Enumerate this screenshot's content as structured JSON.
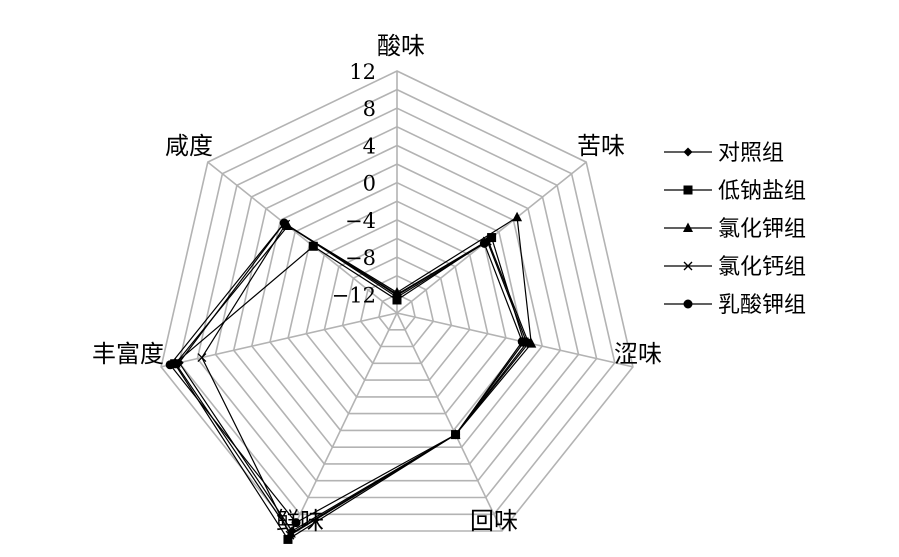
{
  "chart_data": {
    "type": "radar",
    "axes": [
      "酸味",
      "苦味",
      "涩味",
      "回味",
      "鲜味",
      "丰富度",
      "咸度"
    ],
    "range": [
      -14,
      12
    ],
    "tick_values": [
      12,
      8,
      4,
      0,
      -4,
      -8,
      -12
    ],
    "tick_labels": [
      "12",
      "8",
      "4",
      "0",
      "−4",
      "−8",
      "−12"
    ],
    "grid": true,
    "legend_position": "right",
    "series": [
      {
        "name": "对照组",
        "marker": "diamond",
        "values": [
          -12.0,
          -1.5,
          0.5,
          0.5,
          12.0,
          10.0,
          1.5
        ]
      },
      {
        "name": "低钠盐组",
        "marker": "square",
        "values": [
          -12.6,
          -1.0,
          0.0,
          0.5,
          13.0,
          10.5,
          -2.5
        ]
      },
      {
        "name": "氯化钾组",
        "marker": "triangle",
        "values": [
          -11.8,
          2.5,
          0.8,
          0.5,
          12.3,
          10.4,
          1.0
        ]
      },
      {
        "name": "氯化钙组",
        "marker": "x",
        "values": [
          -12.1,
          -1.6,
          0.3,
          0.5,
          12.5,
          7.5,
          1.3
        ]
      },
      {
        "name": "乳酸钾组",
        "marker": "circle",
        "values": [
          -12.3,
          -2.0,
          -0.2,
          0.5,
          11.0,
          11.0,
          1.5
        ]
      }
    ]
  }
}
